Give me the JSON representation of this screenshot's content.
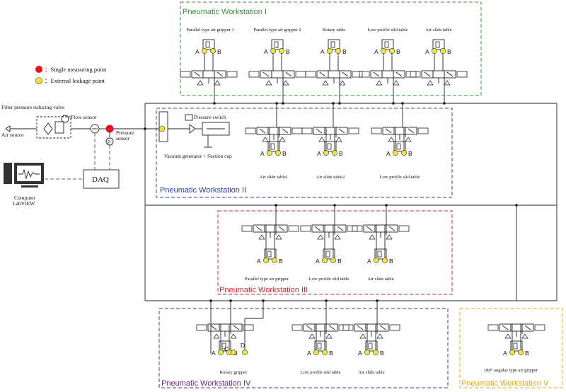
{
  "legend": {
    "single": "：Single measuring point",
    "leak": "：External leakage point"
  },
  "colors": {
    "measure": "#e8101a",
    "leak": "#f3e53a",
    "ws1": "#3a8f3a",
    "ws2": "#2b3fb0",
    "ws3": "#d8262c",
    "ws4": "#6a2a8a",
    "ws5": "#e0a820"
  },
  "labels": {
    "filter": "Filter pressure reducing valve",
    "air_source": "Air source",
    "flow_sensor": "Flow sensor",
    "pressure_sensor": "Pressure\nsensor",
    "daq": "DAQ",
    "computer": "Computer\nLabVIEW",
    "pressure_switch": "Pressure switch",
    "vacuum": "Vacuum generator + Suction cup",
    "port_A": "A",
    "port_B": "B",
    "port_C": "C",
    "port_D": "D",
    "p_symbol": "P"
  },
  "workstations": [
    {
      "id": "ws1",
      "title": "Pneumatic Workstation I",
      "actuators": [
        "Parallel type air gripper 1",
        "Parallel type air gripper 2",
        "Rotary table",
        "Low profile slid table",
        "Air slide table"
      ]
    },
    {
      "id": "ws2",
      "title": "Pneumatic Workstation II",
      "actuators": [
        "Air slide table1",
        "Air slide table2",
        "Low profile slid table"
      ]
    },
    {
      "id": "ws3",
      "title": "Pneumatic Workstation III",
      "actuators": [
        "Parallel type air gripper",
        "Low profile slid table",
        "Air slide table"
      ]
    },
    {
      "id": "ws4",
      "title": "Pneumatic Workstation IV",
      "actuators": [
        "Rotary gripper",
        "Low profile slid table",
        "Air slide table"
      ]
    },
    {
      "id": "ws5",
      "title": "Pneumatic Workstation V",
      "actuators": [
        "180° angular type air gripper"
      ]
    }
  ]
}
